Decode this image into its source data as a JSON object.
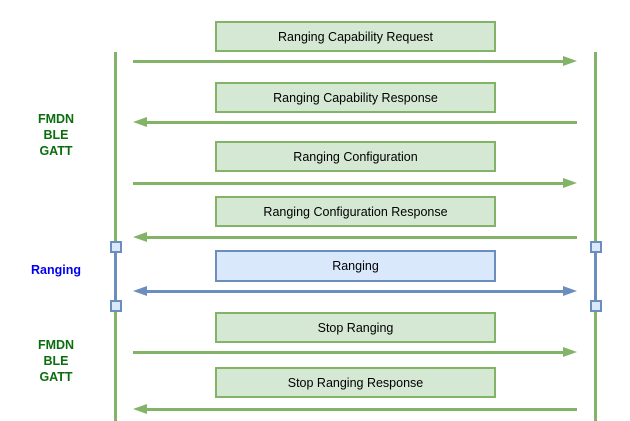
{
  "sidebar_labels": {
    "top_protocol_lines": [
      "FMDN",
      "BLE",
      "GATT"
    ],
    "middle_phase": "Ranging",
    "bottom_protocol_lines": [
      "FMDN",
      "BLE",
      "GATT"
    ]
  },
  "messages": [
    {
      "label": "Ranging Capability Request",
      "direction": "right",
      "style": "green"
    },
    {
      "label": "Ranging Capability Response",
      "direction": "left",
      "style": "green"
    },
    {
      "label": "Ranging Configuration",
      "direction": "right",
      "style": "green"
    },
    {
      "label": "Ranging Configuration Response",
      "direction": "left",
      "style": "green"
    },
    {
      "label": "Ranging",
      "direction": "both",
      "style": "blue"
    },
    {
      "label": "Stop Ranging",
      "direction": "right",
      "style": "green"
    },
    {
      "label": "Stop Ranging Response",
      "direction": "left",
      "style": "green"
    }
  ],
  "colors": {
    "green_accent": "#82b366",
    "green_fill": "#d5e8d4",
    "blue_accent": "#6c8ebf",
    "blue_fill": "#dae8fc",
    "protocol_label_green": "#0b6e0e",
    "phase_label_blue": "#0000ee",
    "message_text": "#000000"
  }
}
